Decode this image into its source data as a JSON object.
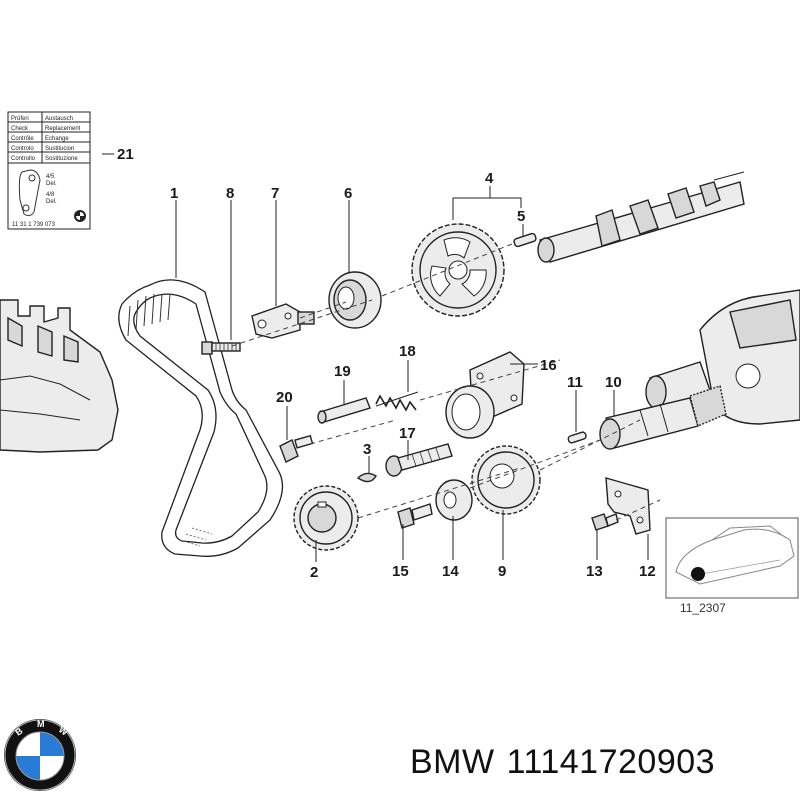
{
  "callouts": [
    "1",
    "2",
    "3",
    "4",
    "5",
    "6",
    "7",
    "8",
    "9",
    "10",
    "11",
    "12",
    "13",
    "14",
    "15",
    "16",
    "17",
    "18",
    "19",
    "20",
    "21"
  ],
  "instruction_table": {
    "rows": [
      [
        "Prüfen",
        "Austausch"
      ],
      [
        "Check",
        "Replacement"
      ],
      [
        "Contrôle",
        "Echange"
      ],
      [
        "Controlo",
        "Sustitucion"
      ],
      [
        "Controllo",
        "Sostituzione"
      ]
    ],
    "small_marks": [
      "4/5",
      "Del.",
      "4/8",
      "Del."
    ],
    "ref_code": "11 31 1 739 073"
  },
  "inset": {
    "ref": "11_2307"
  },
  "brand": {
    "name": "BMW",
    "part_number": "11141720903"
  },
  "colors": {
    "ink": "#1a1a1a",
    "logo_blue": "#2a7bd5",
    "logo_ring": "#111111"
  }
}
